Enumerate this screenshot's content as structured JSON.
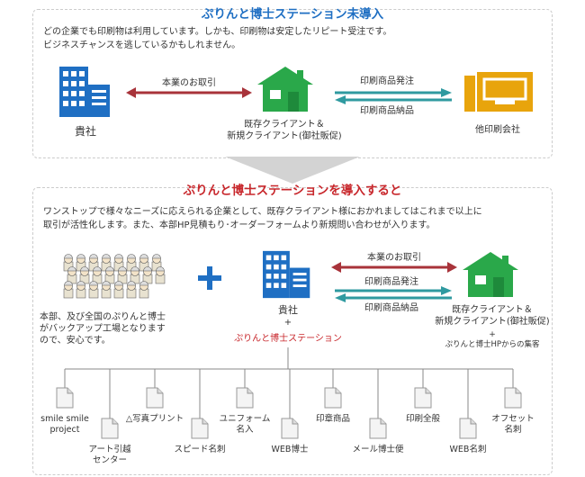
{
  "top": {
    "title": "ぷりんと博士ステーション未導入",
    "desc": "どの企業でも印刷物は利用しています。しかも、印刷物は安定したリピート受注です。\nビジネスチャンスを逃しているかもしれません。",
    "kisha": "貴社",
    "arrow_label": "本業のお取引",
    "clients": "既存クライアント＆\n新規クライアント(御社販促)",
    "order": "印刷商品発注",
    "delivery": "印刷商品納品",
    "other_printer": "他印刷会社"
  },
  "bottom": {
    "title": "ぷりんと博士ステーションを導入すると",
    "desc": "ワンストップで様々なニーズに応えられる企業として、既存クライアント様におかれましてはこれまで以上に\n取引が活性化します。また、本部HP見積もり･オーダーフォームより新規問い合わせが入ります。",
    "factory": "本部、及び全国のぷりんと博士\nがバックアップ工場となります\nので、安心です。",
    "kisha": "貴社",
    "plus_small": "+",
    "station": "ぷりんと博士ステーション",
    "arrow_label": "本業のお取引",
    "order": "印刷商品発注",
    "delivery": "印刷商品納品",
    "clients": "既存クライアント＆\n新規クライアント(御社販促)",
    "clients_plus": "+",
    "clients_hp": "ぷりんと博士HPからの集客"
  },
  "services": {
    "smile": "smile smile\nproject",
    "art": "アート引越\nセンター",
    "photo": "△写真プリント",
    "speed": "スピード名刺",
    "uniform": "ユニフォーム\n名入",
    "webhakase": "WEB博士",
    "stamp": "印章商品",
    "mail": "メール博士便",
    "print": "印刷全般",
    "webmeishi": "WEB名刺",
    "offset": "オフセット\n名刺"
  },
  "colors": {
    "blue": "#1f6fc3",
    "red": "#c8272c",
    "green": "#2aa84a",
    "teal": "#2f9aa0",
    "gold": "#e8a40c",
    "arrow_red": "#a8333a"
  }
}
